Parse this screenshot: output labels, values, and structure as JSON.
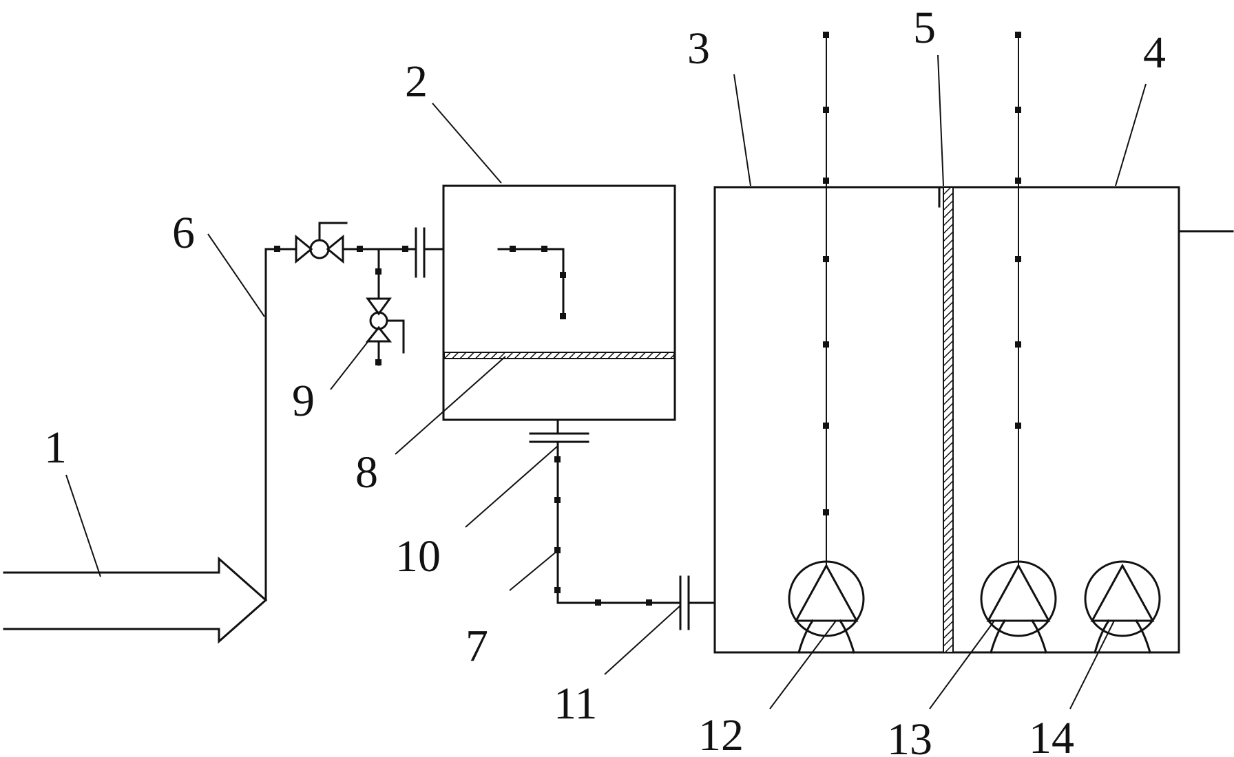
{
  "labels": {
    "l1": "1",
    "l2": "2",
    "l3": "3",
    "l4": "4",
    "l5": "5",
    "l6": "6",
    "l7": "7",
    "l8": "8",
    "l9": "9",
    "l10": "10",
    "l11": "11",
    "l12": "12",
    "l13": "13",
    "l14": "14"
  },
  "colors": {
    "line": "#111111",
    "background": "#ffffff",
    "hatch": "#111111"
  }
}
